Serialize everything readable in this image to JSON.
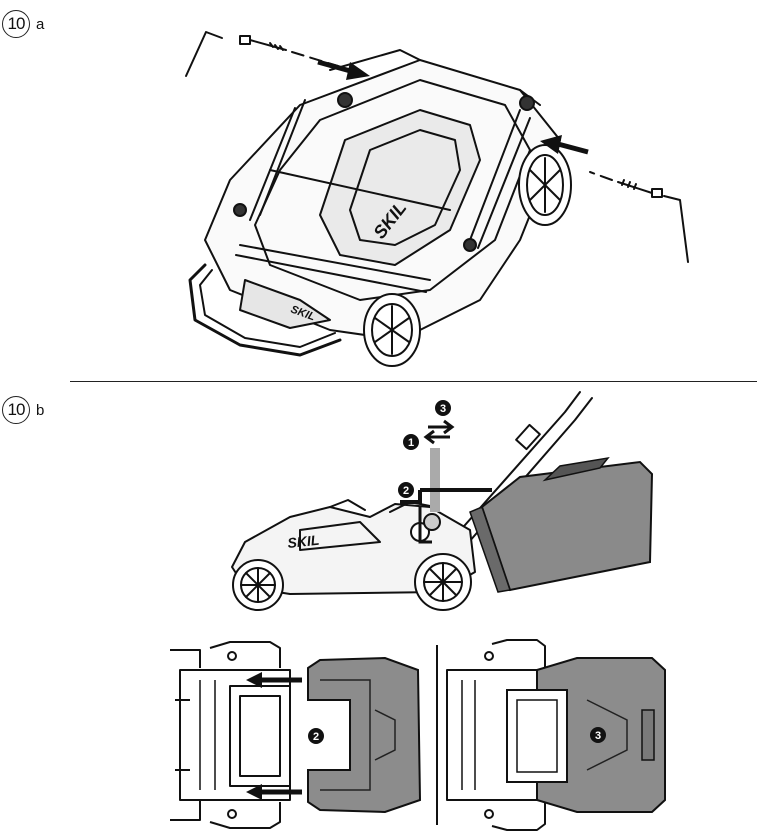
{
  "figure_a": {
    "step_number": "10",
    "sub_label": "a",
    "brand_text": "SKIL"
  },
  "figure_b": {
    "step_number": "10",
    "sub_label": "b",
    "brand_text": "SKIL",
    "callouts": {
      "one": "1",
      "two": "2",
      "three": "3"
    }
  }
}
